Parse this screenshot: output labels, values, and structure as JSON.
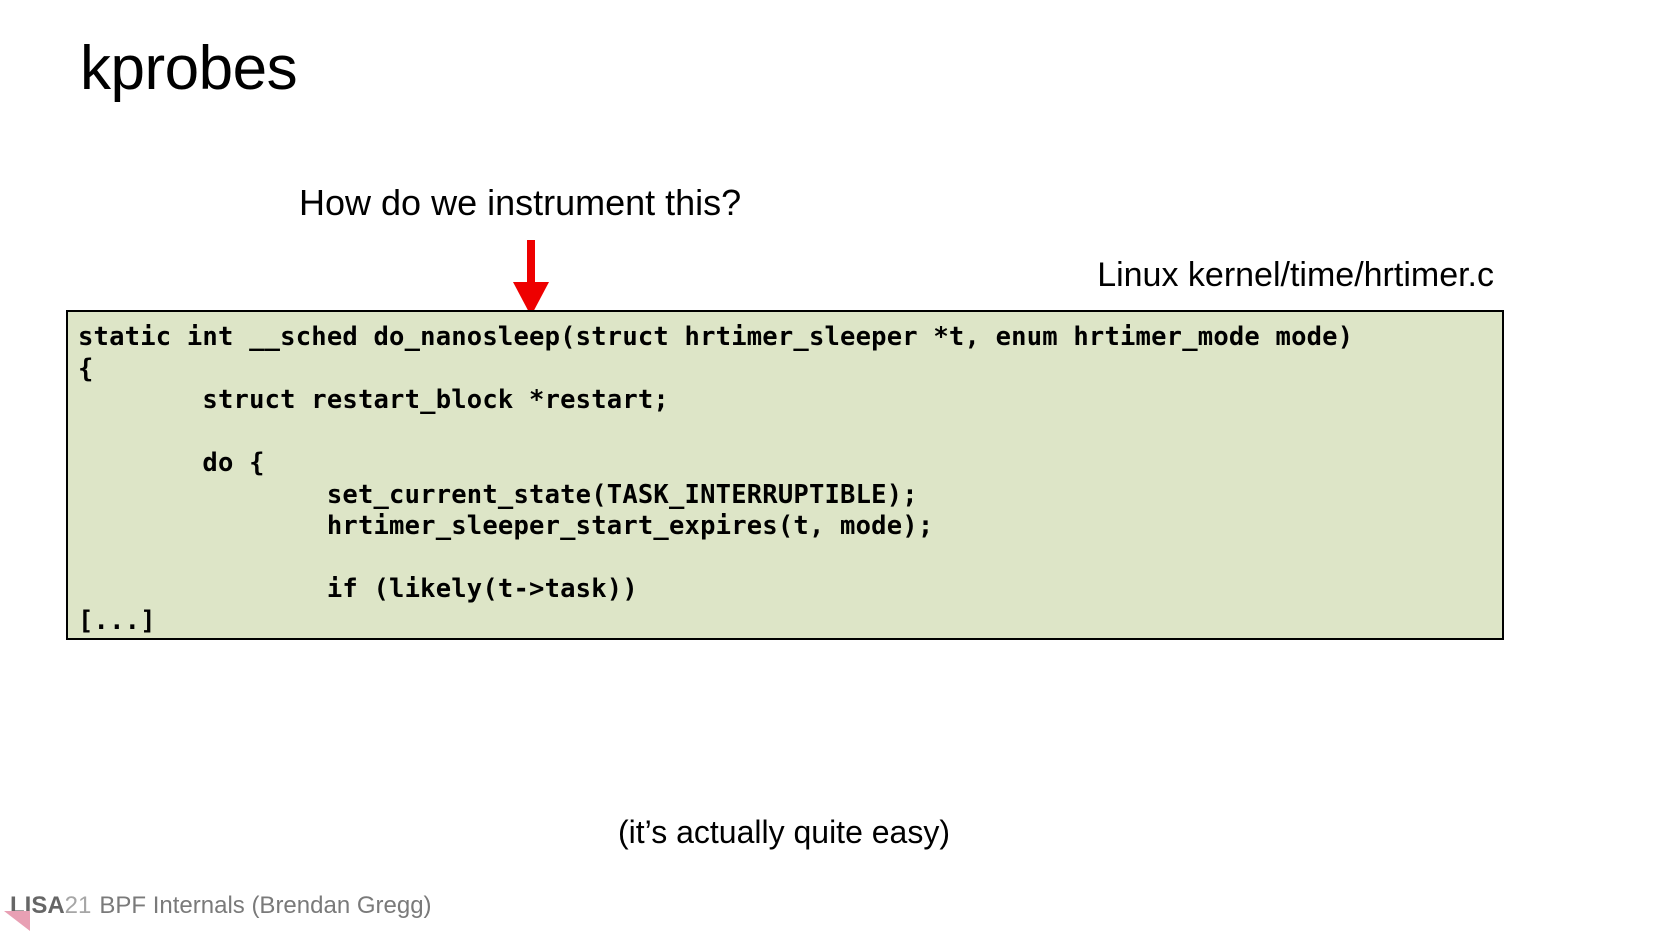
{
  "slide": {
    "title": "kprobes",
    "question": "How do we instrument this?",
    "source_caption": "Linux kernel/time/hrtimer.c",
    "aside": "(it’s actually quite easy)",
    "arrow": {
      "icon": "down-arrow-icon",
      "color": "#ee0000",
      "direction": "down"
    },
    "code": {
      "language": "c",
      "background_color": "#dde5c7",
      "border_color": "#000000",
      "lines": [
        "static int __sched do_nanosleep(struct hrtimer_sleeper *t, enum hrtimer_mode mode)",
        "{",
        "        struct restart_block *restart;",
        "",
        "        do {",
        "                set_current_state(TASK_INTERRUPTIBLE);",
        "                hrtimer_sleeper_start_expires(t, mode);",
        "",
        "                if (likely(t->task))",
        "[...]"
      ]
    }
  },
  "footer": {
    "brand": "LISA",
    "year": "21",
    "talk": "BPF Internals (Brendan Gregg)",
    "brand_color": "#666666",
    "year_color": "#a6a6a6",
    "talk_color": "#7a7a7a",
    "corner_mark_color": "#e8a0b4",
    "corner_mark_icon": "triangle-mark-icon"
  }
}
